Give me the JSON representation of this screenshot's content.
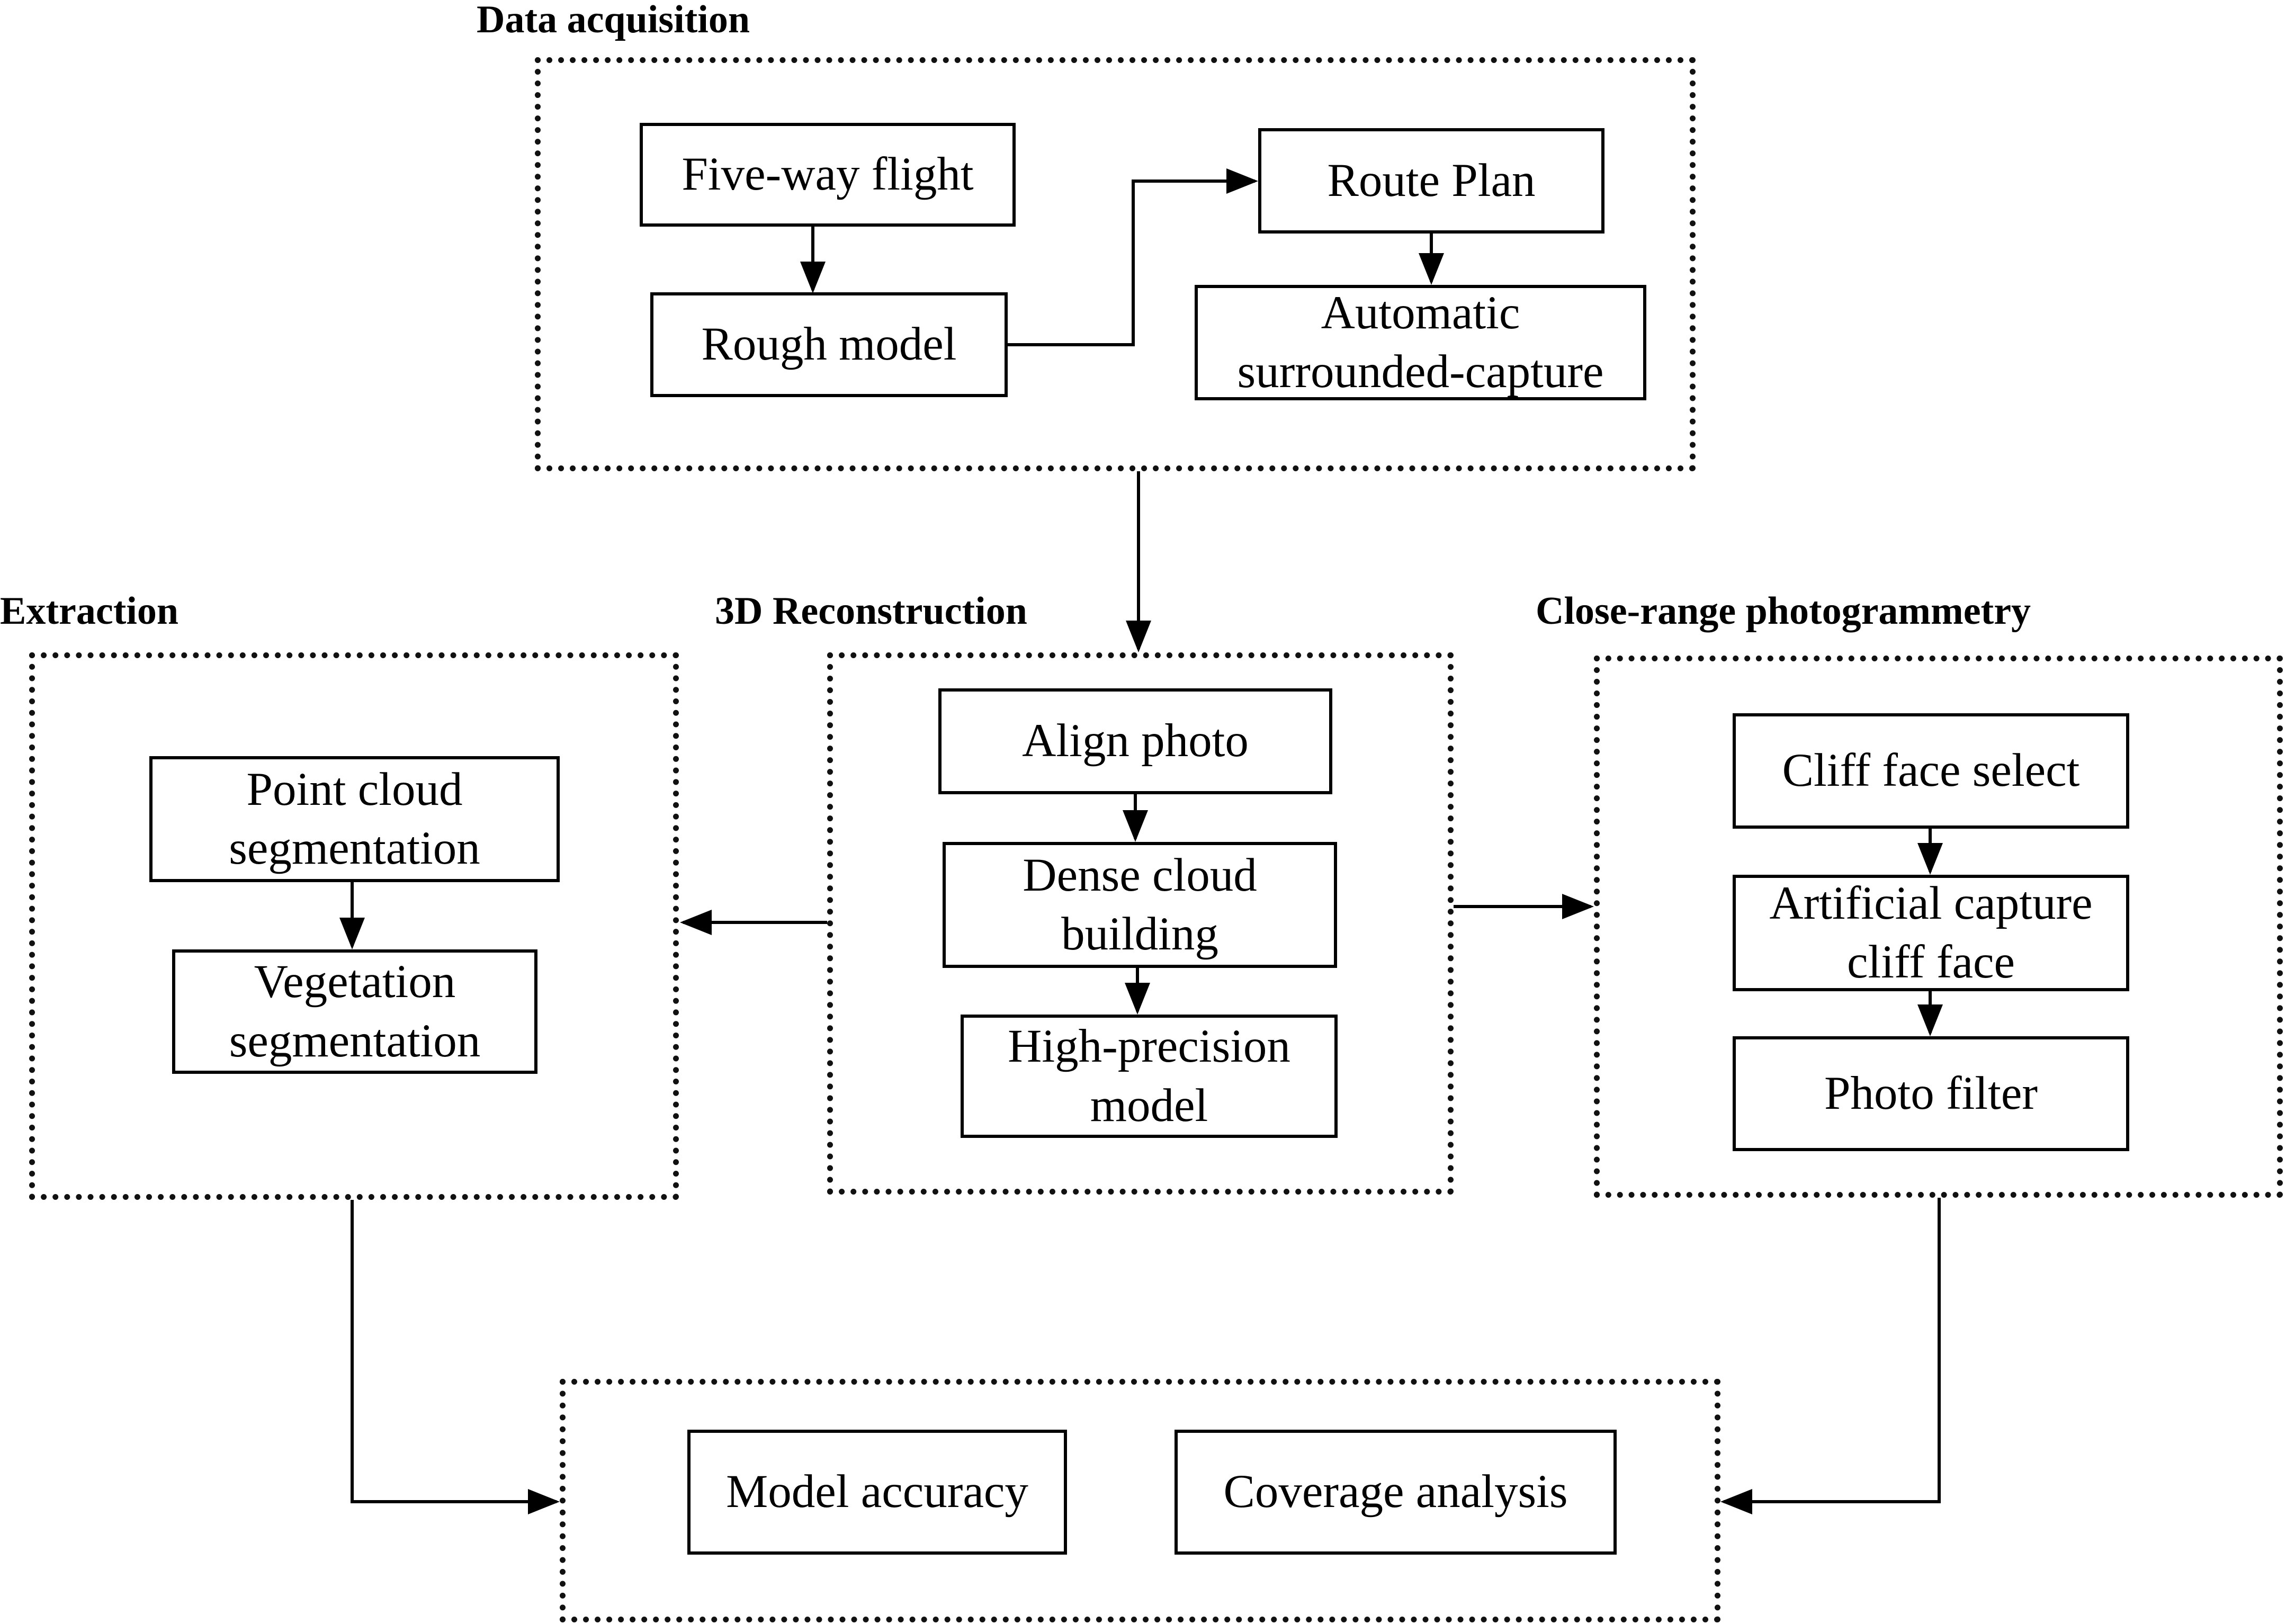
{
  "groups": {
    "acquisition": {
      "title": "Data acquisition",
      "nodes": {
        "five_way": [
          "Five-way flight"
        ],
        "rough": [
          "Rough model"
        ],
        "route": [
          "Route Plan"
        ],
        "auto": [
          "Automatic",
          "surrounded-capture"
        ]
      }
    },
    "extraction": {
      "title": "Extraction",
      "nodes": {
        "point_cloud": [
          "Point cloud",
          "segmentation"
        ],
        "vegetation": [
          "Vegetation",
          "segmentation"
        ]
      }
    },
    "reconstruction": {
      "title": "3D Reconstruction",
      "nodes": {
        "align": [
          "Align photo"
        ],
        "dense": [
          "Dense cloud",
          "building"
        ],
        "high": [
          "High-precision",
          "model"
        ]
      }
    },
    "photogrammetry": {
      "title": "Close-range photogrammetry",
      "nodes": {
        "cliff_select": [
          "Cliff face select"
        ],
        "artificial": [
          "Artificial capture",
          "cliff face"
        ],
        "filter": [
          "Photo filter"
        ]
      }
    },
    "analysis": {
      "title": "",
      "nodes": {
        "accuracy": [
          "Model accuracy"
        ],
        "coverage": [
          "Coverage analysis"
        ]
      }
    }
  },
  "colors": {
    "ink": "#000000",
    "background": "#ffffff"
  }
}
